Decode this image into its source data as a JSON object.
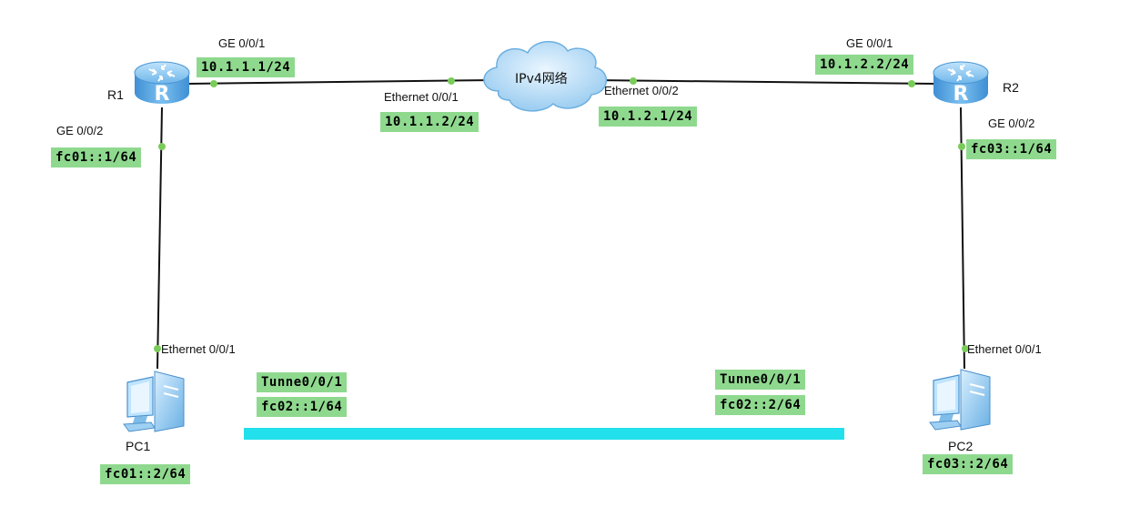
{
  "devices": {
    "r1": {
      "name": "R1"
    },
    "r2": {
      "name": "R2"
    },
    "pc1": {
      "name": "PC1"
    },
    "pc2": {
      "name": "PC2"
    },
    "cloud": {
      "name": "IPv4网络"
    }
  },
  "interfaces": {
    "r1_ge001": {
      "name": "GE 0/0/1",
      "address": "10.1.1.1/24"
    },
    "r1_ge002": {
      "name": "GE 0/0/2",
      "address": "fc01::1/64"
    },
    "cloud_eth001": {
      "name": "Ethernet 0/0/1",
      "address": "10.1.1.2/24"
    },
    "cloud_eth002": {
      "name": "Ethernet 0/0/2",
      "address": "10.1.2.1/24"
    },
    "r2_ge001": {
      "name": "GE 0/0/1",
      "address": "10.1.2.2/24"
    },
    "r2_ge002": {
      "name": "GE 0/0/2",
      "address": "fc03::1/64"
    },
    "pc1_eth001": {
      "name": "Ethernet 0/0/1",
      "address": "fc01::2/64"
    },
    "pc2_eth001": {
      "name": "Ethernet 0/0/1",
      "address": "fc03::2/64"
    }
  },
  "tunnel": {
    "left": {
      "name": "Tunne0/0/1",
      "address": "fc02::1/64"
    },
    "right": {
      "name": "Tunne0/0/1",
      "address": "fc02::2/64"
    }
  },
  "colors": {
    "link": "#111111",
    "port_dot": "#7acc5a",
    "address_bg": "#8fd98f",
    "tunnel": "#22e0ec",
    "router": "#5aa8e6",
    "cloud": "#a9d4f2"
  },
  "icons": {
    "router": "router-icon",
    "pc": "pc-icon",
    "cloud": "cloud-icon"
  }
}
